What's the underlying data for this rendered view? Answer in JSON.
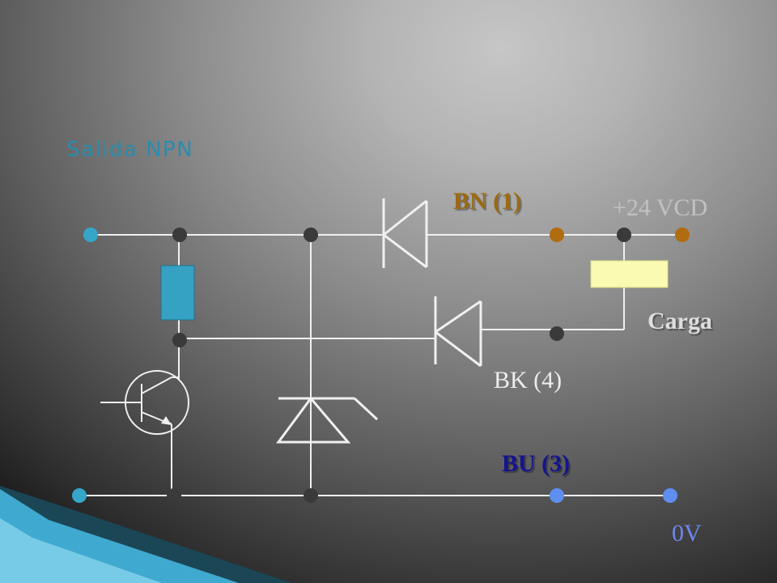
{
  "slide": {
    "title": "Salida NPN",
    "labels": {
      "bn": "BN (1)",
      "vcd": "+24 VCD",
      "carga": "Carga",
      "bk": "BK (4)",
      "bu": "BU (3)",
      "zero": "0V"
    }
  },
  "colors": {
    "title": "#2a8cad",
    "bn": "#9b6a12",
    "vcd": "#c2c2c2",
    "carga": "#dedede",
    "bk": "#ececec",
    "bu": "#14148f",
    "zero": "#6e86ee",
    "wire": "#f0f0f0",
    "node_dark": "#3a3a3a",
    "node_cyan": "#35a6c8",
    "node_brown": "#b06c10",
    "node_blue": "#5e8ef0",
    "resistor": "#35a2c4",
    "load": "#fafab2"
  }
}
